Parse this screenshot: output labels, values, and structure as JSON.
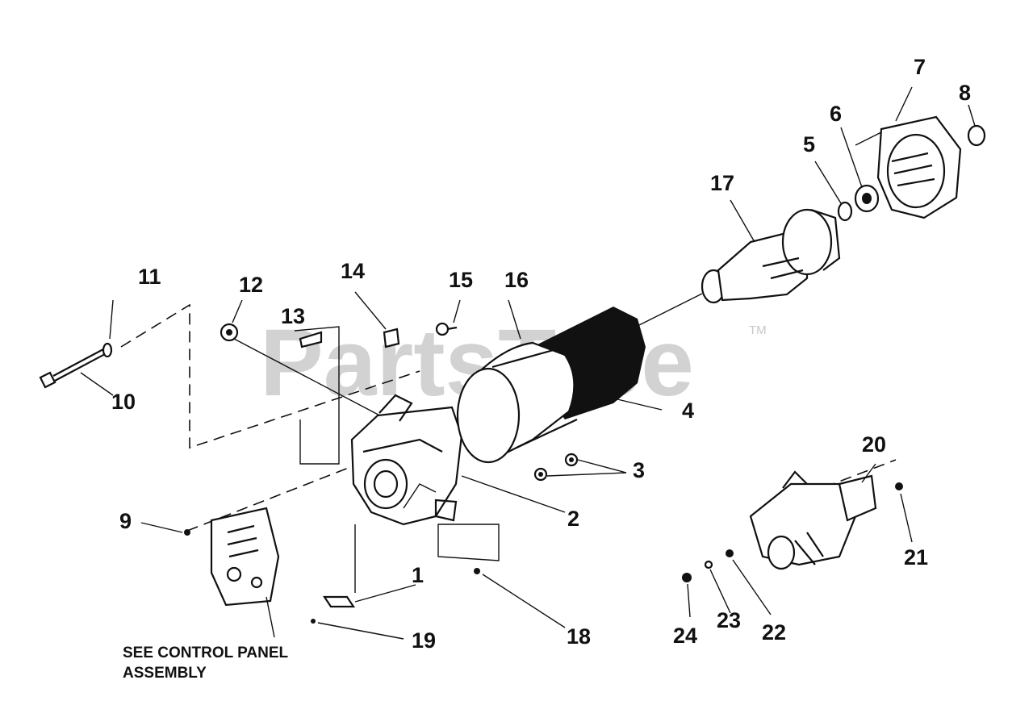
{
  "watermark": {
    "text": "PartsTree",
    "trademark": "TM"
  },
  "note": {
    "line1": "SEE CONTROL PANEL",
    "line2": "ASSEMBLY"
  },
  "callouts": [
    {
      "id": "1",
      "label": "1"
    },
    {
      "id": "2",
      "label": "2"
    },
    {
      "id": "3",
      "label": "3"
    },
    {
      "id": "4",
      "label": "4"
    },
    {
      "id": "5",
      "label": "5"
    },
    {
      "id": "6",
      "label": "6"
    },
    {
      "id": "7",
      "label": "7"
    },
    {
      "id": "8",
      "label": "8"
    },
    {
      "id": "9",
      "label": "9"
    },
    {
      "id": "10",
      "label": "10"
    },
    {
      "id": "11",
      "label": "11"
    },
    {
      "id": "12",
      "label": "12"
    },
    {
      "id": "13",
      "label": "13"
    },
    {
      "id": "14",
      "label": "14"
    },
    {
      "id": "15",
      "label": "15"
    },
    {
      "id": "16",
      "label": "16"
    },
    {
      "id": "17",
      "label": "17"
    },
    {
      "id": "18",
      "label": "18"
    },
    {
      "id": "19",
      "label": "19"
    },
    {
      "id": "20",
      "label": "20"
    },
    {
      "id": "21",
      "label": "21"
    },
    {
      "id": "22",
      "label": "22"
    },
    {
      "id": "23",
      "label": "23"
    },
    {
      "id": "24",
      "label": "24"
    }
  ]
}
